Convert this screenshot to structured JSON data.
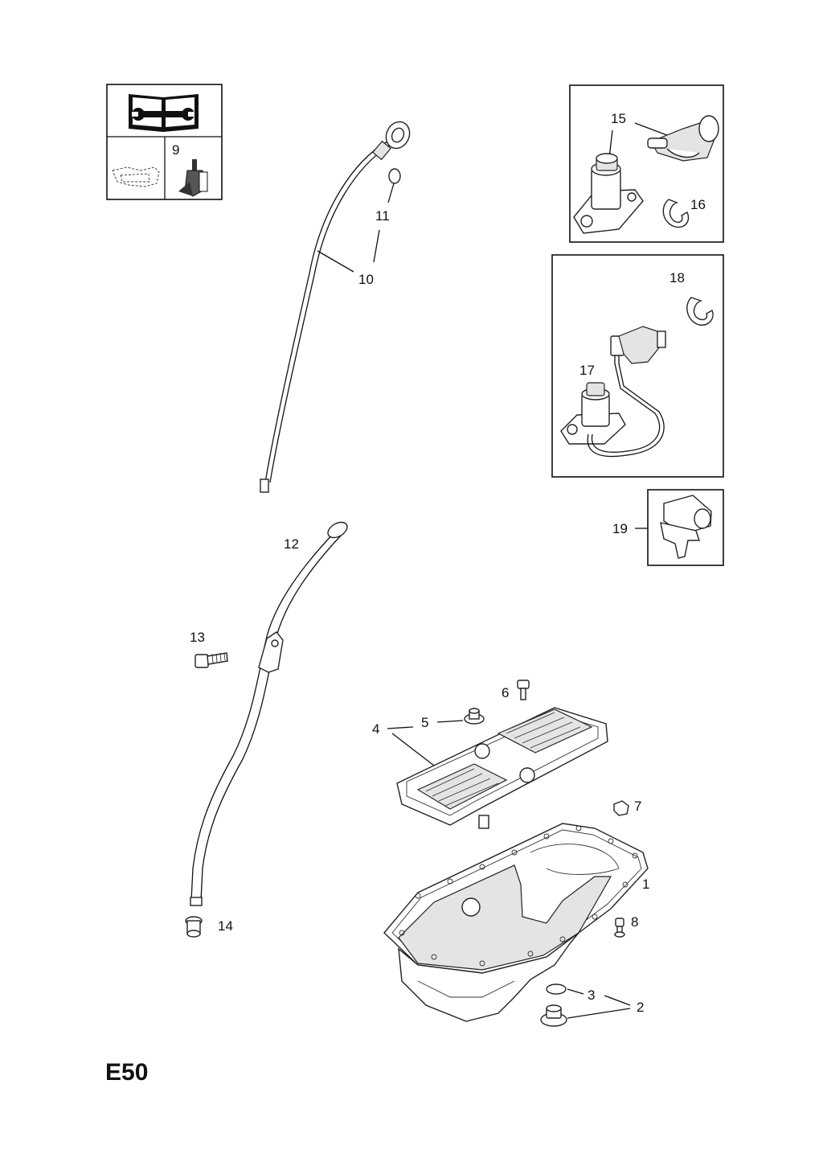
{
  "page_code": "E50",
  "callouts": {
    "c1": "1",
    "c2": "2",
    "c3": "3",
    "c4": "4",
    "c5": "5",
    "c6": "6",
    "c7": "7",
    "c8": "8",
    "c9": "9",
    "c10": "10",
    "c11": "11",
    "c12": "12",
    "c13": "13",
    "c14": "14",
    "c15": "15",
    "c16": "16",
    "c17": "17",
    "c18": "18",
    "c19": "19"
  },
  "icons": {
    "manual": "book-wrench-icon",
    "engine_outline": "oil-pan-outline-icon",
    "dropper": "oil-dropper-icon"
  }
}
